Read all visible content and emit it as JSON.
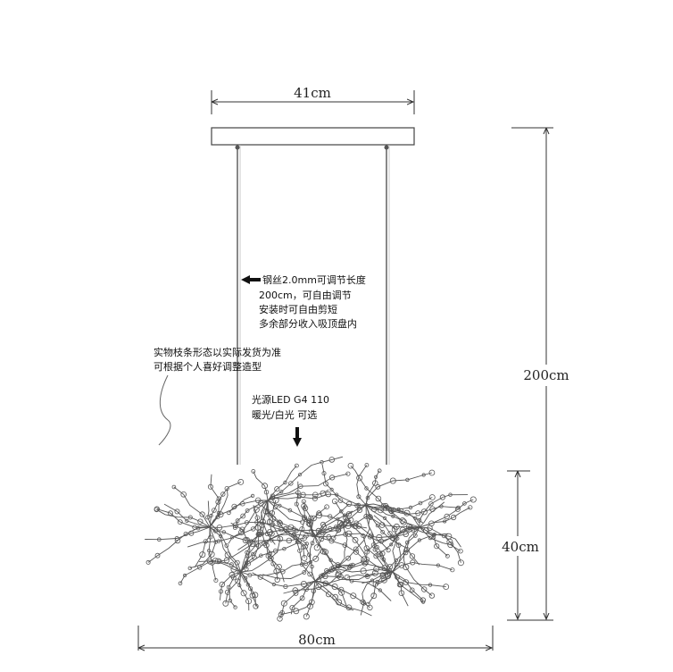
{
  "dimensions": {
    "canopy_width": "41cm",
    "total_height": "200cm",
    "fixture_height": "40cm",
    "fixture_width": "80cm"
  },
  "notes": {
    "cable_note": [
      "钢丝2.0mm可调节长度",
      "200cm，可自由调节",
      "安装时可自由剪短",
      "多余部分收入吸顶盘内"
    ],
    "branch_note": [
      "实物枝条形态以实际发货为准",
      "可根据个人喜好调整造型"
    ],
    "light_note": [
      "光源LED G4 110",
      "暖光/白光 可选"
    ]
  },
  "colors": {
    "line": "#333333",
    "branches": "#555555"
  }
}
